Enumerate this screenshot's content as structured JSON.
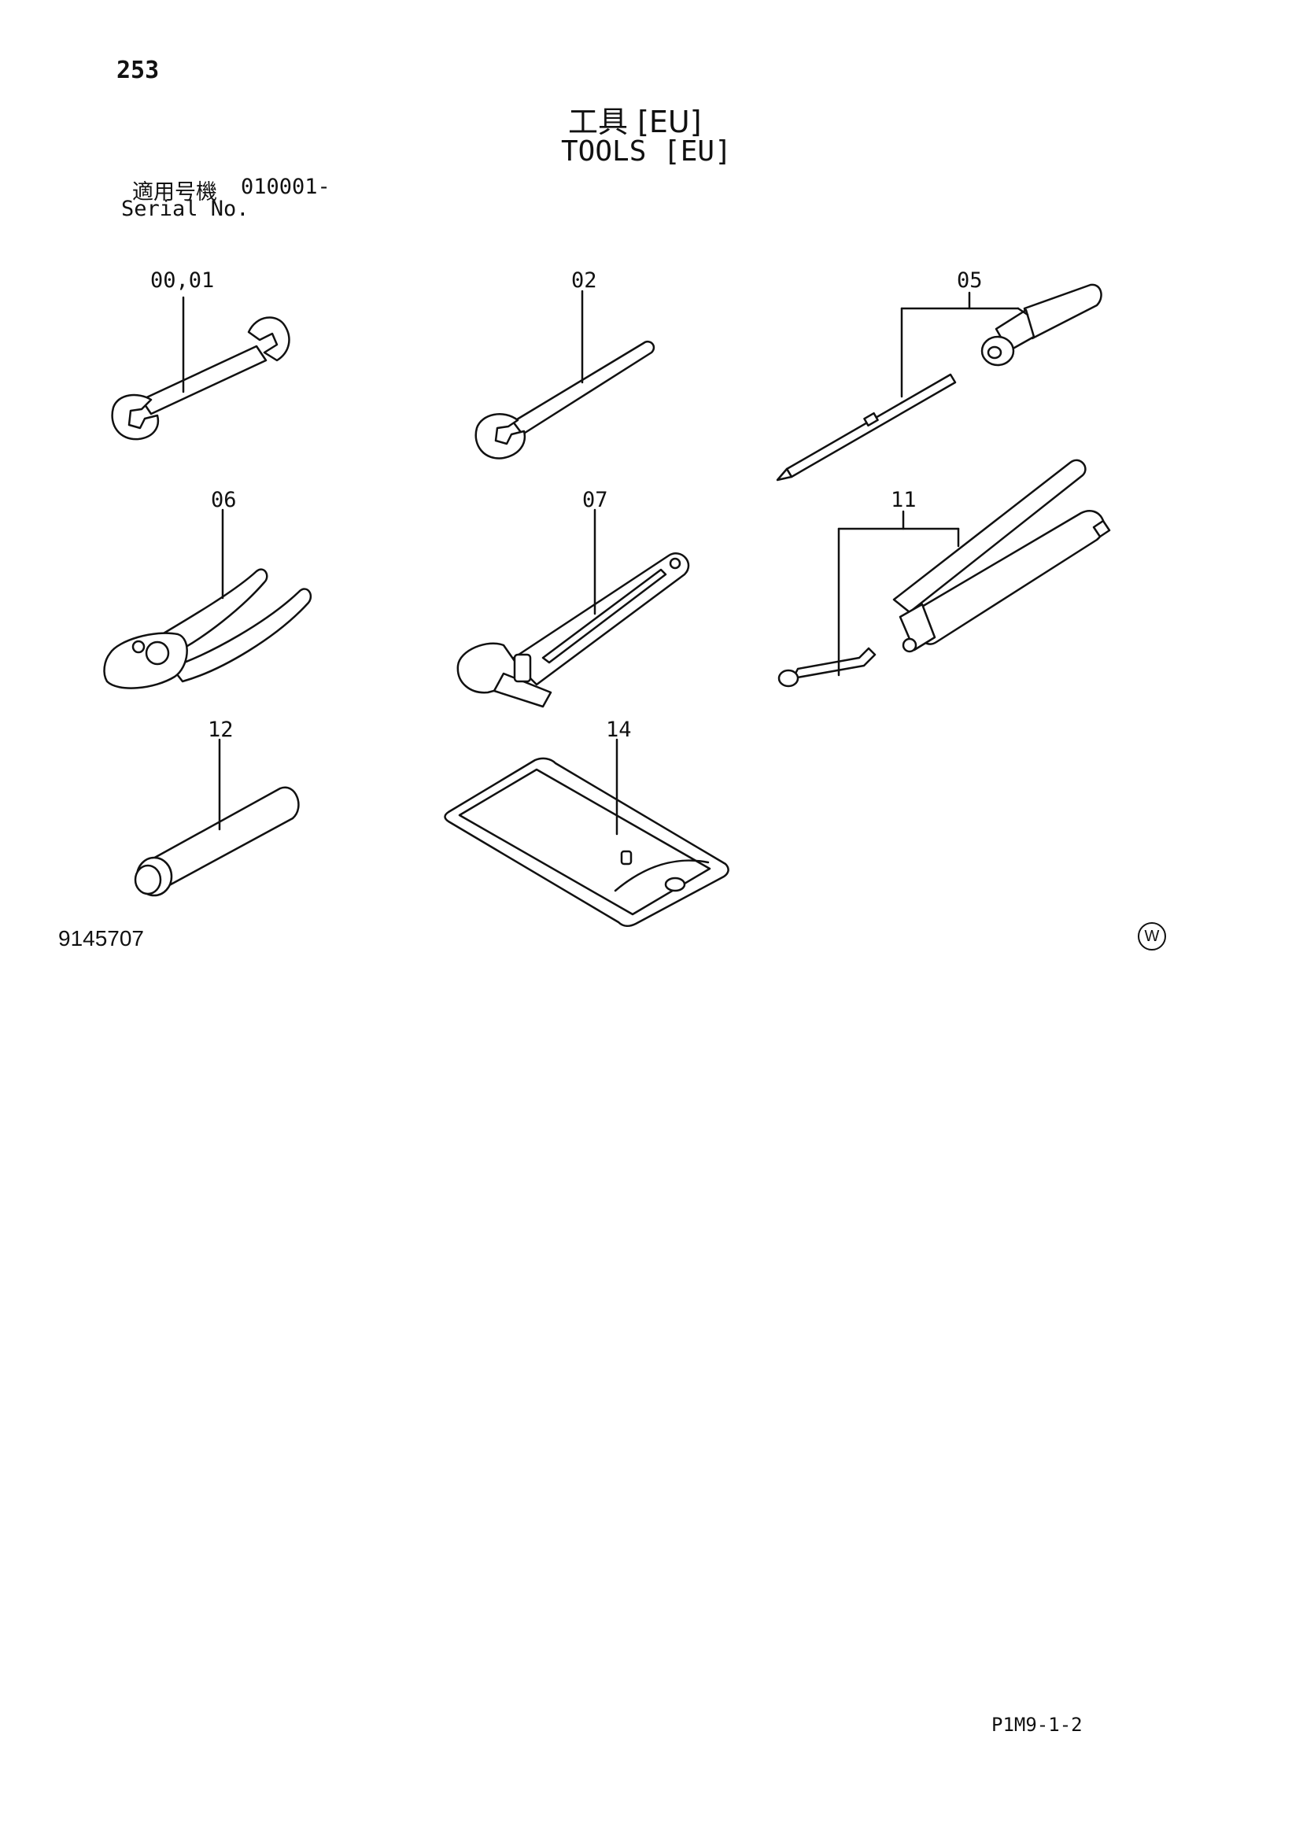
{
  "page_number": "253",
  "title_jp": "工具 [EU]",
  "title_en": "TOOLS [EU]",
  "serial_label_jp": "適用号機",
  "serial_range": "010001-",
  "serial_label_en": "Serial No.",
  "callouts": {
    "wrench_00_01": "00,01",
    "wrench_02": "02",
    "screwdriver_05": "05",
    "pliers_06": "06",
    "adjustable_wrench_07": "07",
    "grease_gun_11": "11",
    "cartridge_12": "12",
    "tool_bag_14": "14"
  },
  "figure_number": "9145707",
  "corner_mark": "W",
  "page_code": "P1M9-1-2"
}
